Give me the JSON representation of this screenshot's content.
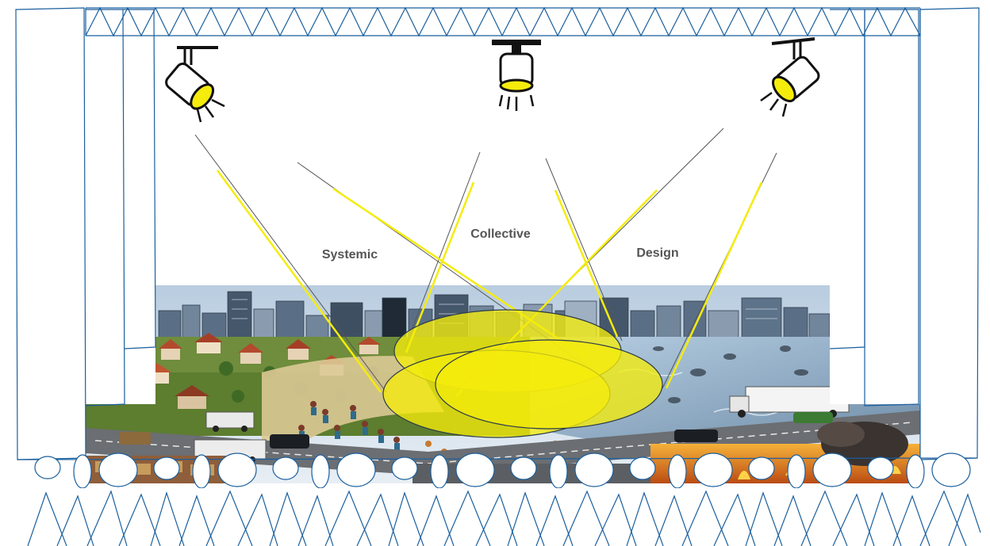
{
  "labels": {
    "left": "Systemic",
    "center": "Collective",
    "right": "Design"
  },
  "spotlights": [
    {
      "name": "left",
      "icon": "spotlight-icon"
    },
    {
      "name": "center",
      "icon": "spotlight-icon"
    },
    {
      "name": "right",
      "icon": "spotlight-icon"
    }
  ],
  "scene": {
    "elements": [
      "city-skyline",
      "suburban-houses",
      "crowd-of-people",
      "flooded-area",
      "delivery-trucks",
      "burning-debris"
    ]
  },
  "colors": {
    "line": "#1a5f9e",
    "spotlight_yellow": "#f5ec0c",
    "label": "#555555"
  }
}
